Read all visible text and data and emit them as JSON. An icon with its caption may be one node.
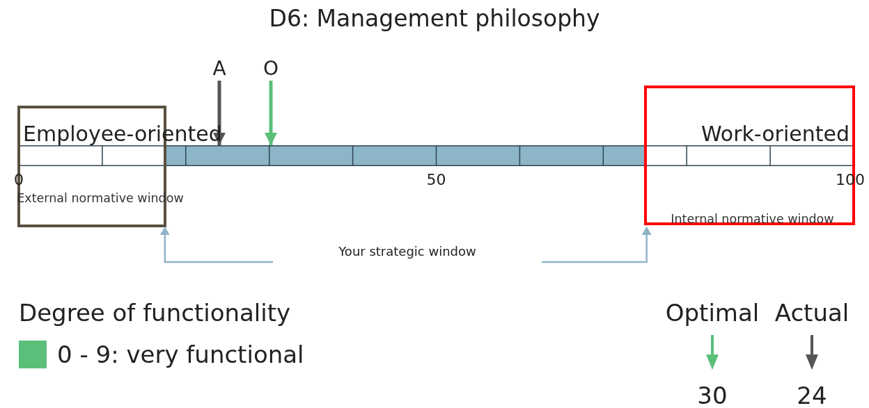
{
  "diagram": {
    "title": "D6: Management philosophy",
    "nodes": [
      {
        "text": [
          "A"
        ]
      },
      {
        "text": [
          "O"
        ]
      },
      {
        "text": [
          "External normative window"
        ]
      },
      {
        "text": [],
        "shape": "bar"
      },
      {
        "text": [
          "Internal normative window"
        ]
      }
    ],
    "edges": [
      {
        "from": 0,
        "to": 3,
        "arrow": "to",
        "color": "#555555"
      },
      {
        "from": 1,
        "to": 3,
        "arrow": "to",
        "color": "#5bbf7a"
      }
    ],
    "labels": [
      "Employee-oriented",
      "Work-oriented",
      "0",
      "50",
      "100",
      "Your strategic window",
      "Degree of functionality",
      "Optimal",
      "Actual",
      "30",
      "24"
    ],
    "legend": [
      {
        "text": "0 - 9: very functional",
        "color": "#5bbf7a"
      }
    ]
  }
}
